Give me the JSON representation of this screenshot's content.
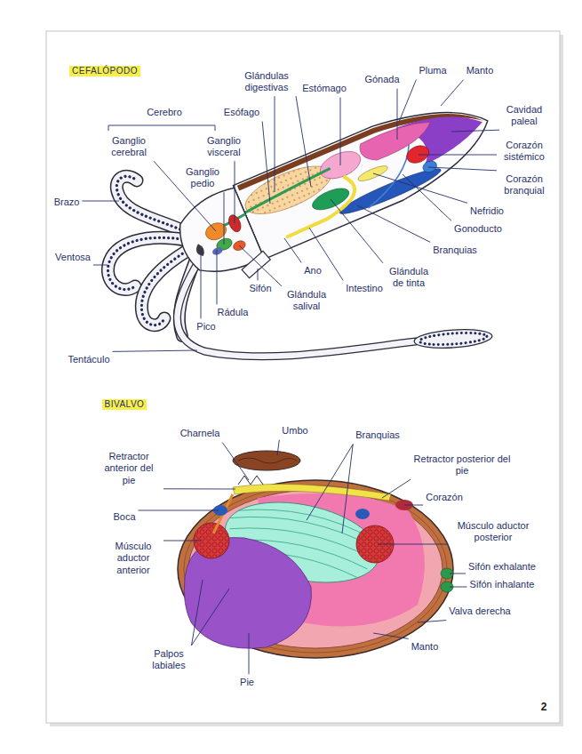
{
  "diagram": {
    "labels": [
      "CEFALÓPODO",
      "Glándulas digestivas",
      "Estómago",
      "Gónada",
      "Pluma",
      "Manto",
      "Cerebro",
      "Esófago",
      "Cavidad paleal",
      "Ganglio cerebral",
      "Ganglio visceral",
      "Corazón sistémico",
      "Ganglio pedio",
      "Corazón branquial",
      "Brazo",
      "Nefridio",
      "Gonoducto",
      "Branquias",
      "Ventosa",
      "Ano",
      "Glándula de tinta",
      "Intestino",
      "Sifón",
      "Glándula salival",
      "Rádula",
      "Pico",
      "Tentáculo",
      "BIVALVO",
      "Charnela",
      "Umbo",
      "Branquias",
      "Retractor posterior del pie",
      "Retractor anterior del pie",
      "Corazón",
      "Boca",
      "Músculo aductor posterior",
      "Músculo aductor anterior",
      "Sifón exhalante",
      "Sifón inhalante",
      "Valva derecha",
      "Manto",
      "Palpos labiales",
      "Pie",
      "2"
    ]
  }
}
